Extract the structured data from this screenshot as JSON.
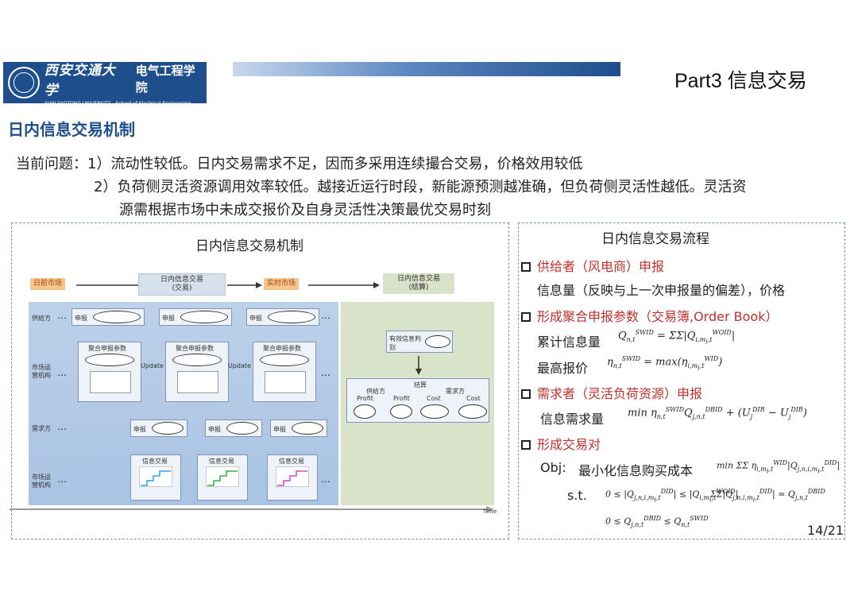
{
  "header": {
    "logo": {
      "cn": "西安交通大学",
      "dept": "电气工程学院",
      "en": "XIAN JIAOTONG UNIVERSITY",
      "dept_en": "School of Electrical Engineering"
    },
    "part_title": "Part3 信息交易"
  },
  "section_title": "日内信息交易机制",
  "problems": {
    "line1": "当前问题：1）流动性较低。日内交易需求不足，因而多采用连续撮合交易，价格效用较低",
    "line2": "2）负荷侧灵活资源调用效率较低。越接近运行时段，新能源预测越准确，但负荷侧灵活性越低。灵活资",
    "line3": "源需根据市场中未成交报价及自身灵活性决策最优交易时刻"
  },
  "left_panel": {
    "title": "日内信息交易机制",
    "stages": {
      "day_ahead": "日前市场",
      "intraday_trade": "日内信息交易\n(交易)",
      "realtime": "实时市场",
      "intraday_settle": "日内信息交易\n(结算)"
    },
    "rows": {
      "supplier": "供给方",
      "operator": "市场运\n营机构",
      "demander": "需求方",
      "operator2": "市场运\n营机构"
    },
    "labels": {
      "report": "申报",
      "aggregate": "聚合申报参数",
      "update": "Update",
      "info_trade": "信息交易",
      "settle": "结算",
      "effective": "有效信息判别",
      "supply_side": "供给方",
      "demand_side": "需求方",
      "profit": "Profit",
      "cost": "Cost",
      "time": "Time",
      "ellipsis": "…"
    }
  },
  "right_panel": {
    "title": "日内信息交易流程",
    "s1_head": "供给者（风电商）申报",
    "s1_body": "信息量（反映与上一次申报量的偏差），价格",
    "s2_head": "形成聚合申报参数（交易簿,Order Book）",
    "s2_a": "累计信息量",
    "s2_b": "最高报价",
    "s3_head": "需求者（灵活负荷资源）申报",
    "s3_a": "信息需求量",
    "s4_head": "形成交易对",
    "obj_label": "Obj:",
    "obj_text": "最小化信息购买成本",
    "st_label": "s.t."
  },
  "page_number": "14/21",
  "colors": {
    "brand": "#1f4e8c",
    "highlight": "#c0302a"
  }
}
